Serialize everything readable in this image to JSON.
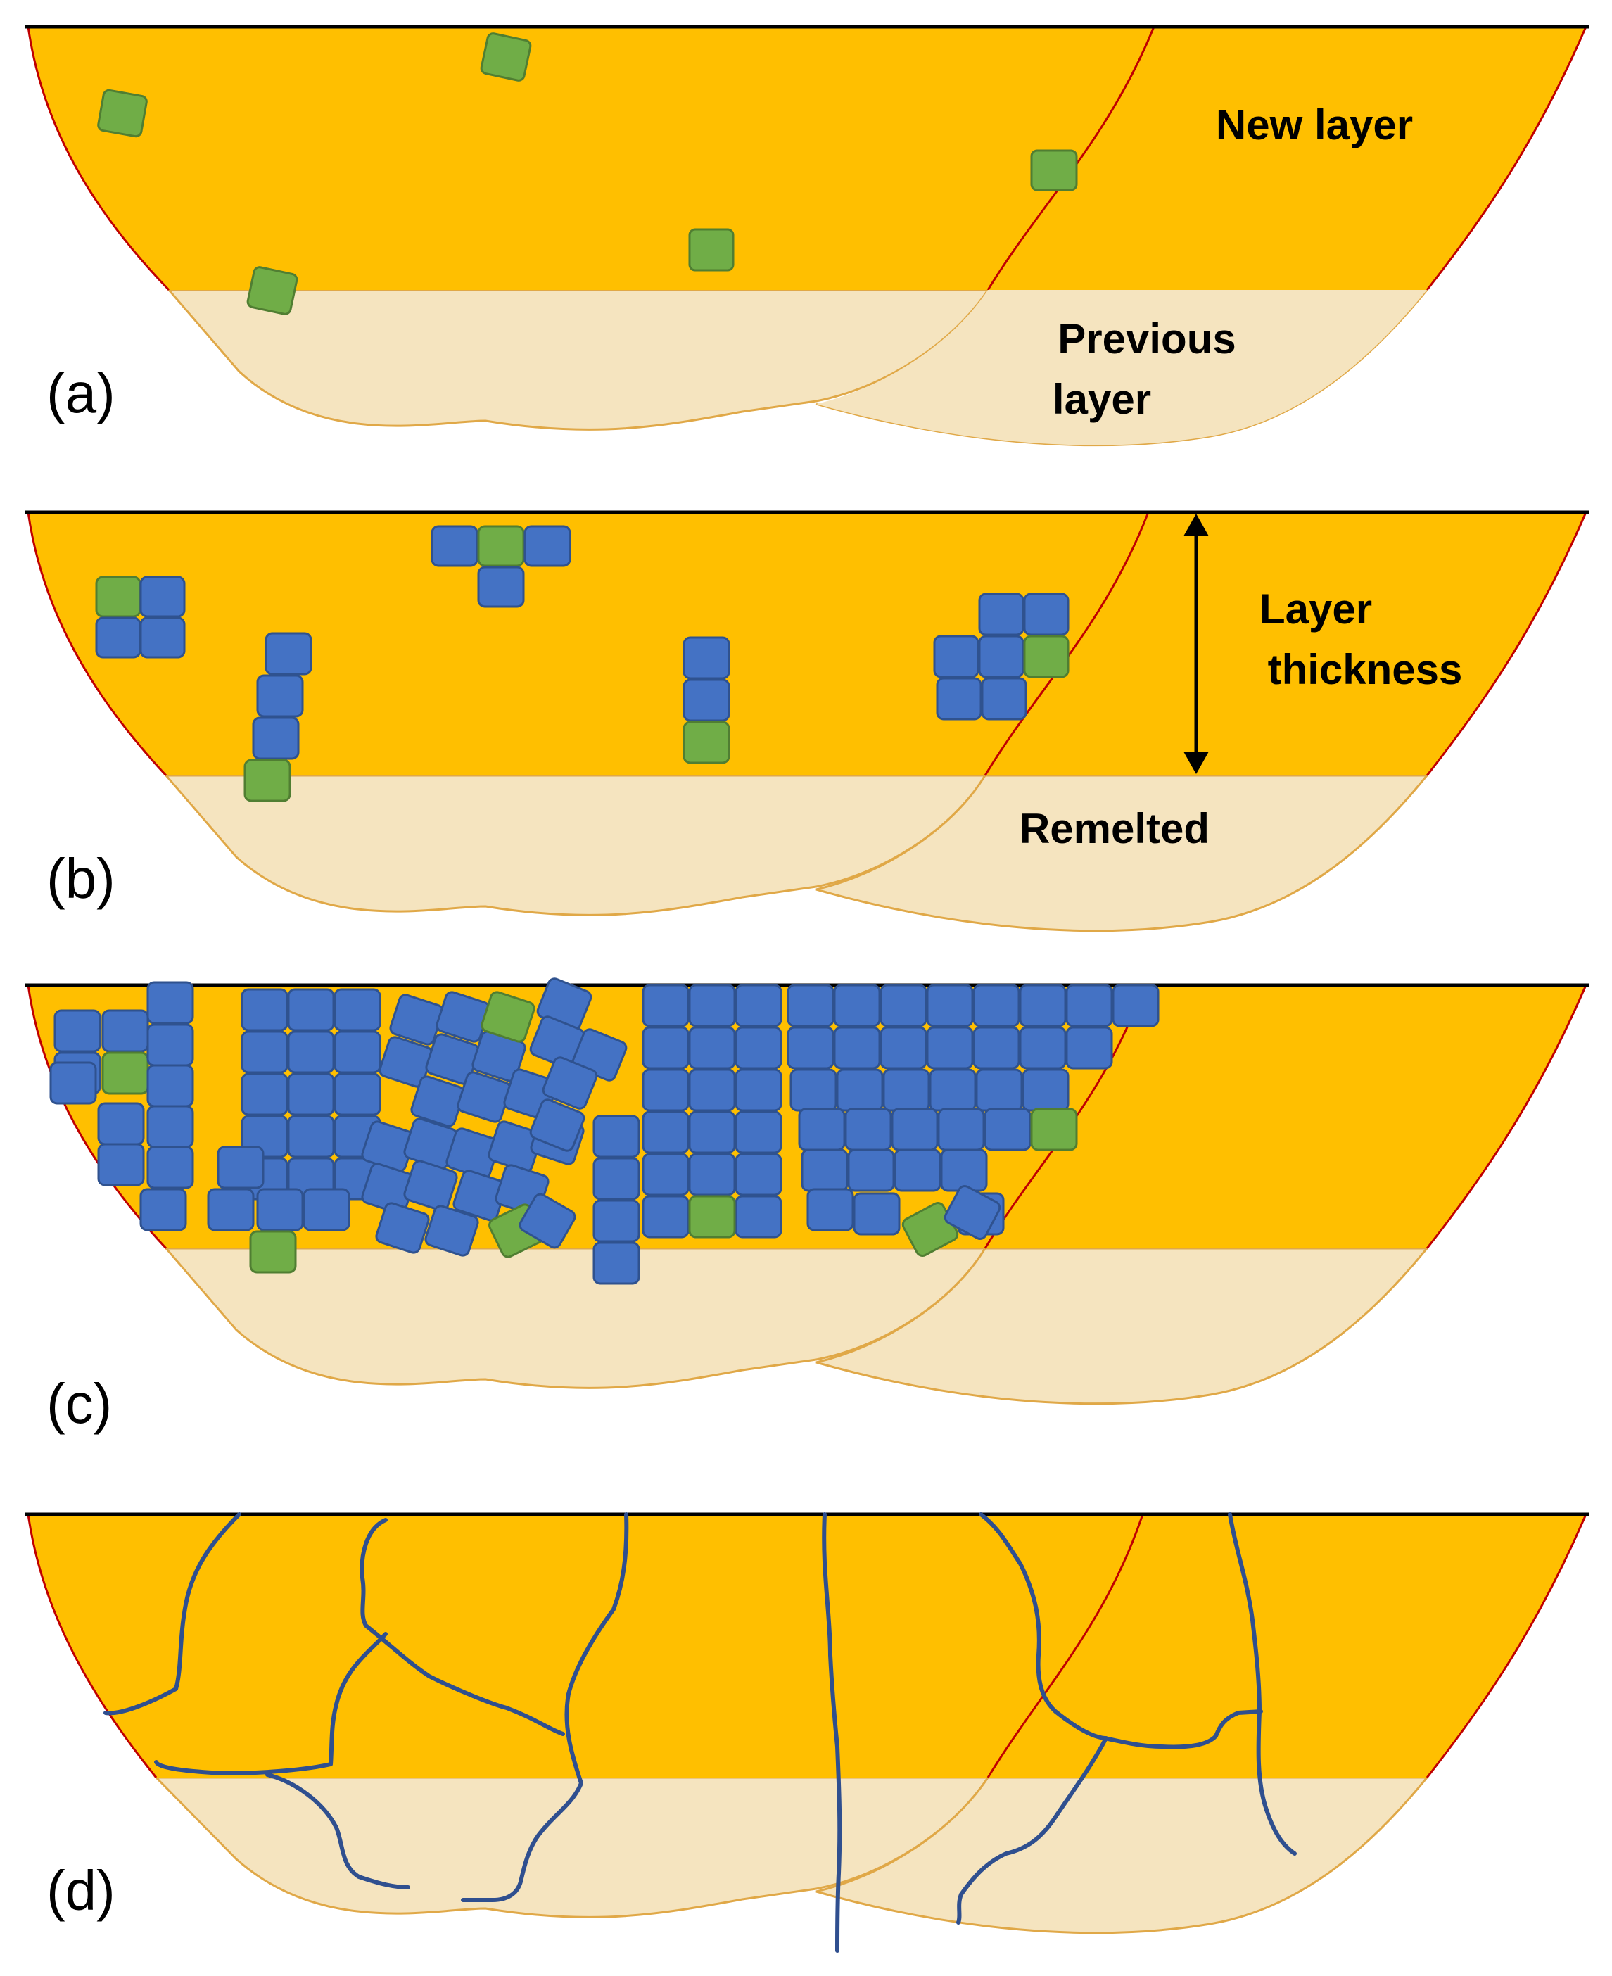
{
  "colors": {
    "new_layer": "#FFBF00",
    "previous_layer": "#F5E4BF",
    "melt_pool_boundary": "#C00000",
    "previous_boundary": "#E0A847",
    "top_surface": "#000000",
    "nucleus_green": "#70AD47",
    "nucleus_green_edge": "#507E32",
    "grain_blue": "#4472C4",
    "grain_blue_edge": "#2F528F",
    "grain_boundary": "#2F4F8F"
  },
  "panels": [
    {
      "label": "(a)",
      "annotations": [
        {
          "lines": [
            "New layer"
          ]
        },
        {
          "lines": [
            "Previous",
            "layer"
          ]
        }
      ]
    },
    {
      "label": "(b)",
      "annotations": [
        {
          "lines": [
            "Layer",
            "thickness"
          ]
        },
        {
          "lines": [
            "Remelted"
          ]
        }
      ]
    },
    {
      "label": "(c)",
      "annotations": []
    },
    {
      "label": "(d)",
      "annotations": []
    }
  ]
}
